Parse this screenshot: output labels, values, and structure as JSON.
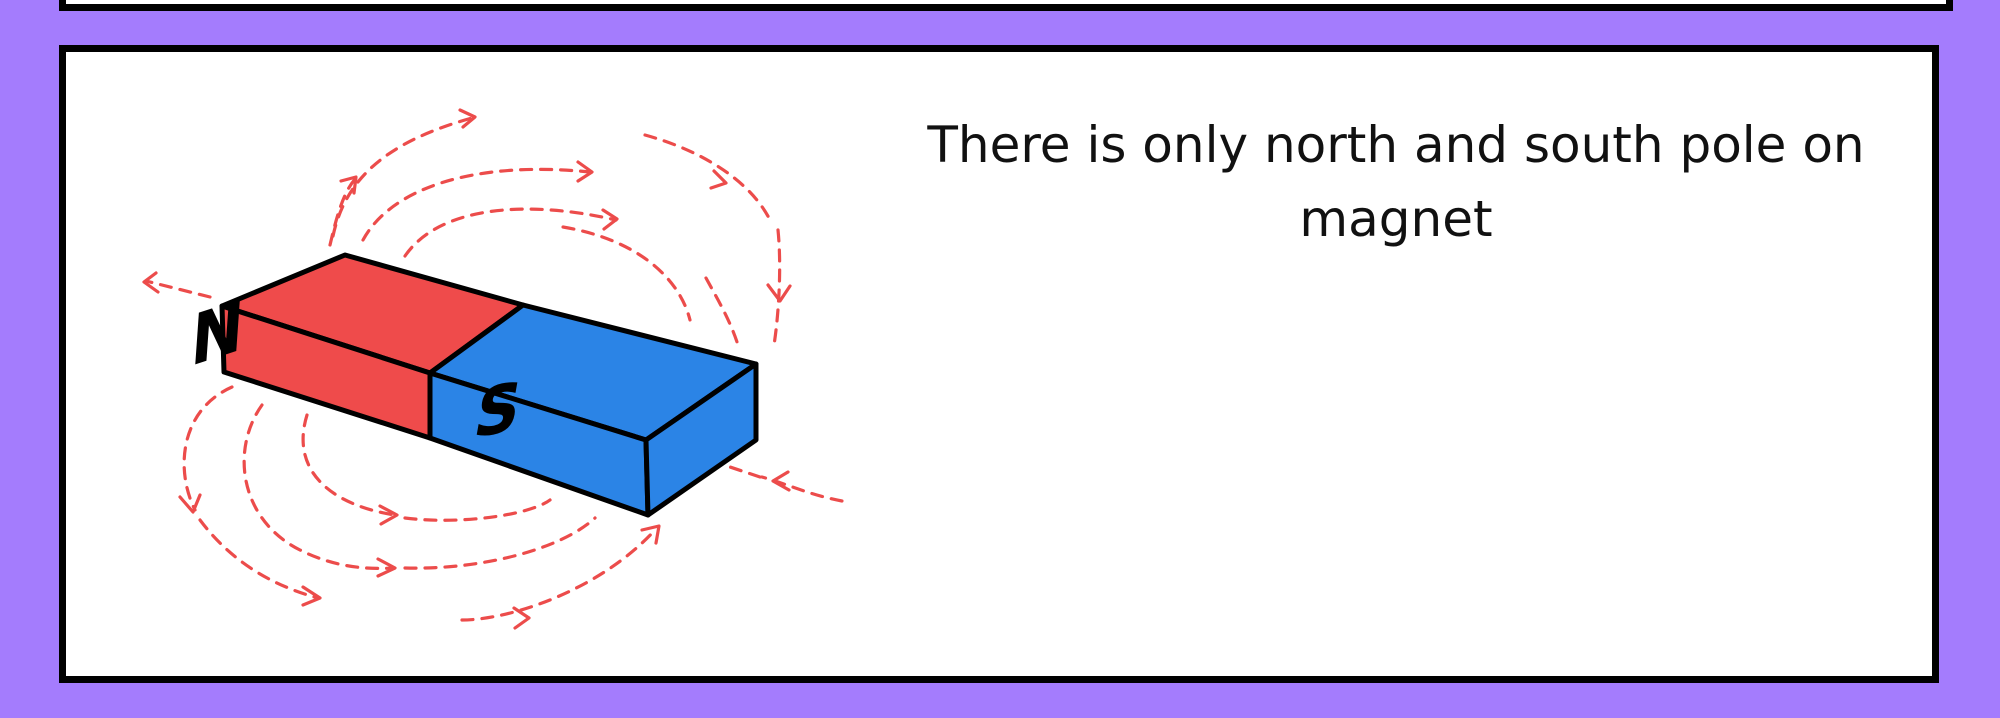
{
  "caption": "There is only north and south pole on magnet",
  "magnet": {
    "north_label": "N",
    "south_label": "S",
    "north_color": "#ef4b4b",
    "south_color": "#2b84e6"
  },
  "colors": {
    "background": "#a47cfd",
    "panel": "#ffffff",
    "border": "#000000",
    "field_lines": "#ec4c4b"
  }
}
